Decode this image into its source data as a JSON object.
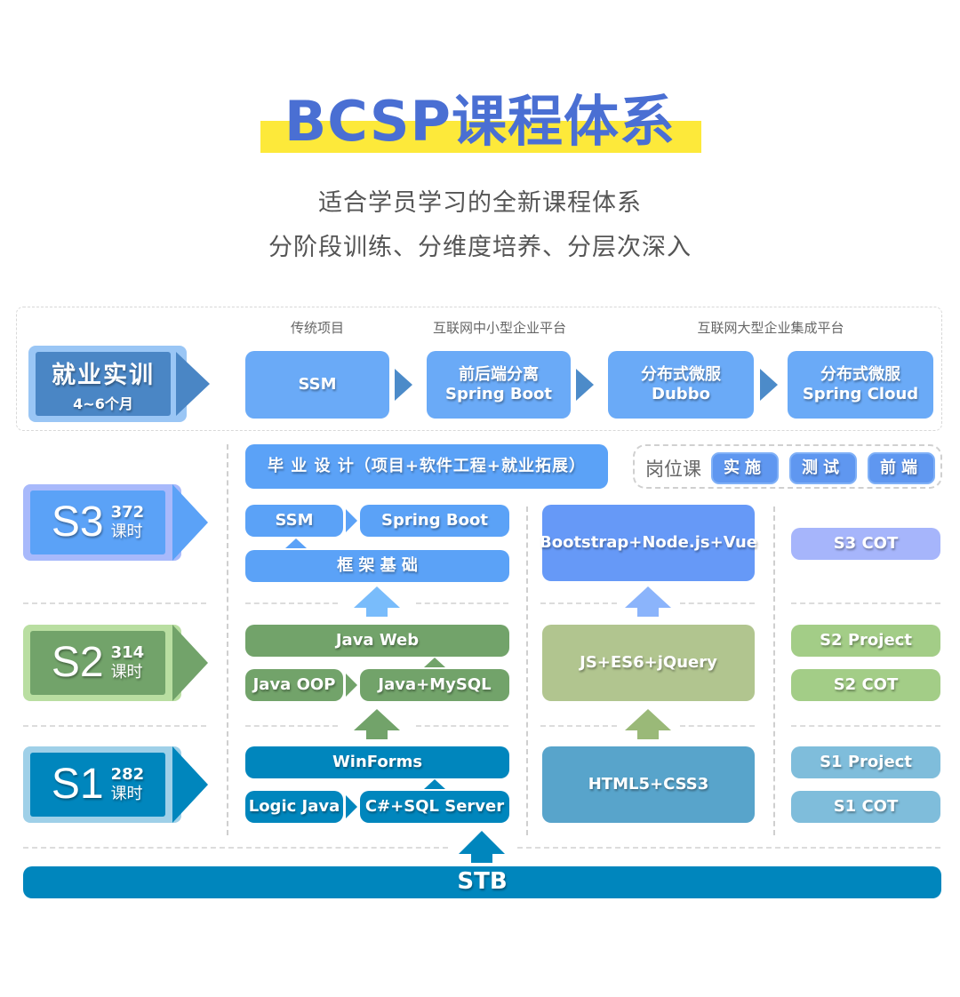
{
  "header": {
    "title": "BCSP课程体系",
    "subtitle_1": "适合学员学习的全新课程体系",
    "subtitle_2": "分阶段训练、分维度培养、分层次深入"
  },
  "colors": {
    "title_blue": "#4a6fd3",
    "highlight_yellow": "#fde93a",
    "s3_blue": "#5ba2f7",
    "s2_green": "#72a36a",
    "s1_teal": "#0086bd",
    "employment_blue": "#4a86c5"
  },
  "employment": {
    "badge_title": "就业实训",
    "badge_duration": "4~6个月",
    "categories": [
      "传统项目",
      "互联网中小型企业平台",
      "互联网大型企业集成平台"
    ],
    "steps": [
      {
        "line1": "SSM",
        "line2": ""
      },
      {
        "line1": "前后端分离",
        "line2": "Spring Boot"
      },
      {
        "line1": "分布式微服",
        "line2": "Dubbo"
      },
      {
        "line1": "分布式微服",
        "line2": "Spring Cloud"
      }
    ]
  },
  "graduation": {
    "label": "毕 业 设 计（项目+软件工程+就业拓展）"
  },
  "roles": {
    "label": "岗位课",
    "items": [
      "实施",
      "测试",
      "前端"
    ]
  },
  "stages": [
    {
      "name": "S3",
      "hours": "372",
      "unit": "课时",
      "java_track": {
        "top_left": "SSM",
        "top_right": "Spring Boot",
        "base": "框 架 基 础"
      },
      "web_track": "Bootstrap+Node.js+Vue",
      "extras": [
        "S3 COT"
      ]
    },
    {
      "name": "S2",
      "hours": "314",
      "unit": "课时",
      "java_track": {
        "top": "Java Web",
        "bottom_left": "Java OOP",
        "bottom_right": "Java+MySQL"
      },
      "web_track": "JS+ES6+jQuery",
      "extras": [
        "S2 Project",
        "S2 COT"
      ]
    },
    {
      "name": "S1",
      "hours": "282",
      "unit": "课时",
      "java_track": {
        "top": "WinForms",
        "bottom_left": "Logic Java",
        "bottom_right": "C#+SQL Server"
      },
      "web_track": "HTML5+CSS3",
      "extras": [
        "S1 Project",
        "S1 COT"
      ]
    }
  ],
  "foundation": {
    "label": "STB"
  }
}
